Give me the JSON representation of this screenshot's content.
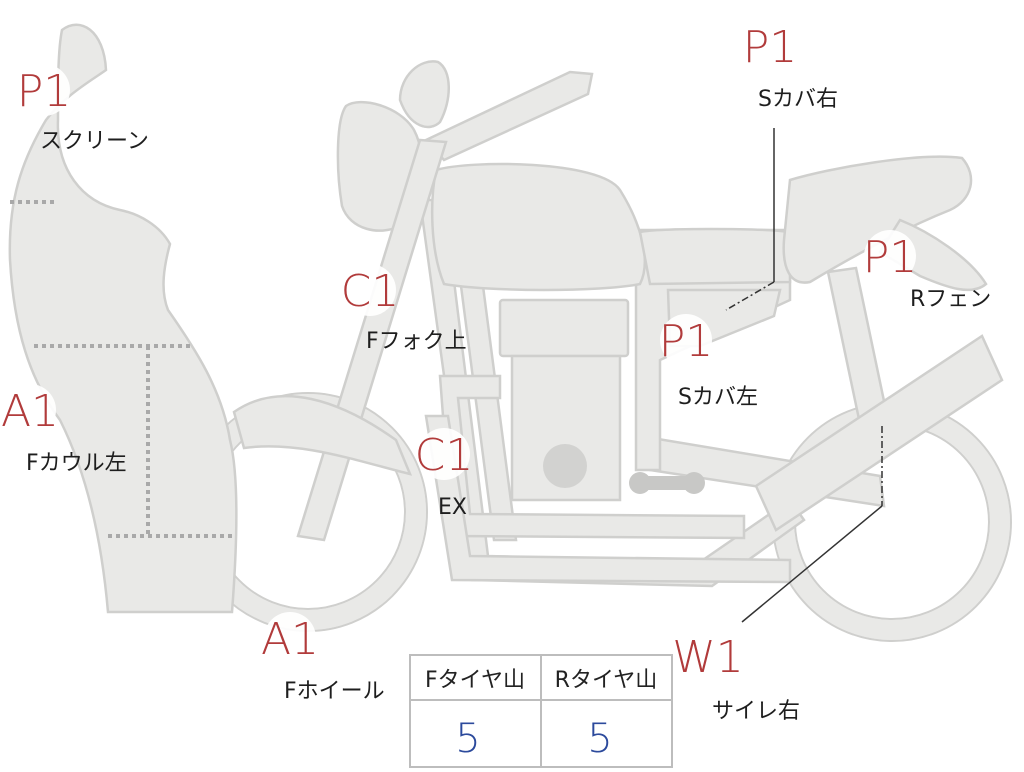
{
  "annotations": [
    {
      "id": "screen",
      "code": "P1",
      "label": "スクリーン"
    },
    {
      "id": "f-cowl-left",
      "code": "A1",
      "label": "Fカウル左"
    },
    {
      "id": "f-fork-upper",
      "code": "C1",
      "label": "Fフォク上"
    },
    {
      "id": "ex",
      "code": "C1",
      "label": "EX"
    },
    {
      "id": "f-wheel",
      "code": "A1",
      "label": "Fホイール"
    },
    {
      "id": "s-cover-right",
      "code": "P1",
      "label": "Sカバ右"
    },
    {
      "id": "s-cover-left",
      "code": "P1",
      "label": "Sカバ左"
    },
    {
      "id": "r-fender",
      "code": "P1",
      "label": "Rフェン"
    },
    {
      "id": "silencer-right",
      "code": "W1",
      "label": "サイレ右"
    }
  ],
  "tire_table": {
    "headers": [
      "Fタイヤ山",
      "Rタイヤ山"
    ],
    "values": [
      "5",
      "5"
    ]
  },
  "colors": {
    "part_fill": "#e9e9e7",
    "part_stroke": "#cfcfcd",
    "code_red": "#b13b3b",
    "value_blue": "#2c4a9c"
  }
}
